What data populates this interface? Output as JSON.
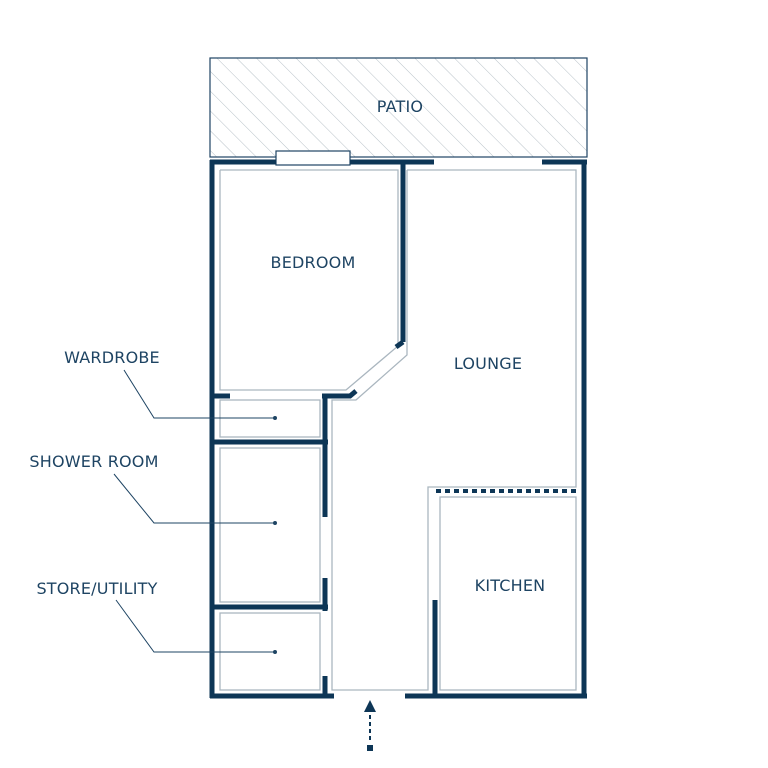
{
  "colors": {
    "wall": "#0d3656",
    "inner_line": "#aab6bf",
    "hatch": "#b8c1c8",
    "text": "#1e4463",
    "background": "#ffffff"
  },
  "rooms": {
    "patio": "PATIO",
    "bedroom": "BEDROOM",
    "lounge": "LOUNGE",
    "kitchen": "KITCHEN"
  },
  "callouts": {
    "wardrobe": "WARDROBE",
    "shower_room": "SHOWER ROOM",
    "store_utility": "STORE/UTILITY"
  },
  "entrance": {
    "marker_icon": "entrance-arrow-icon"
  }
}
